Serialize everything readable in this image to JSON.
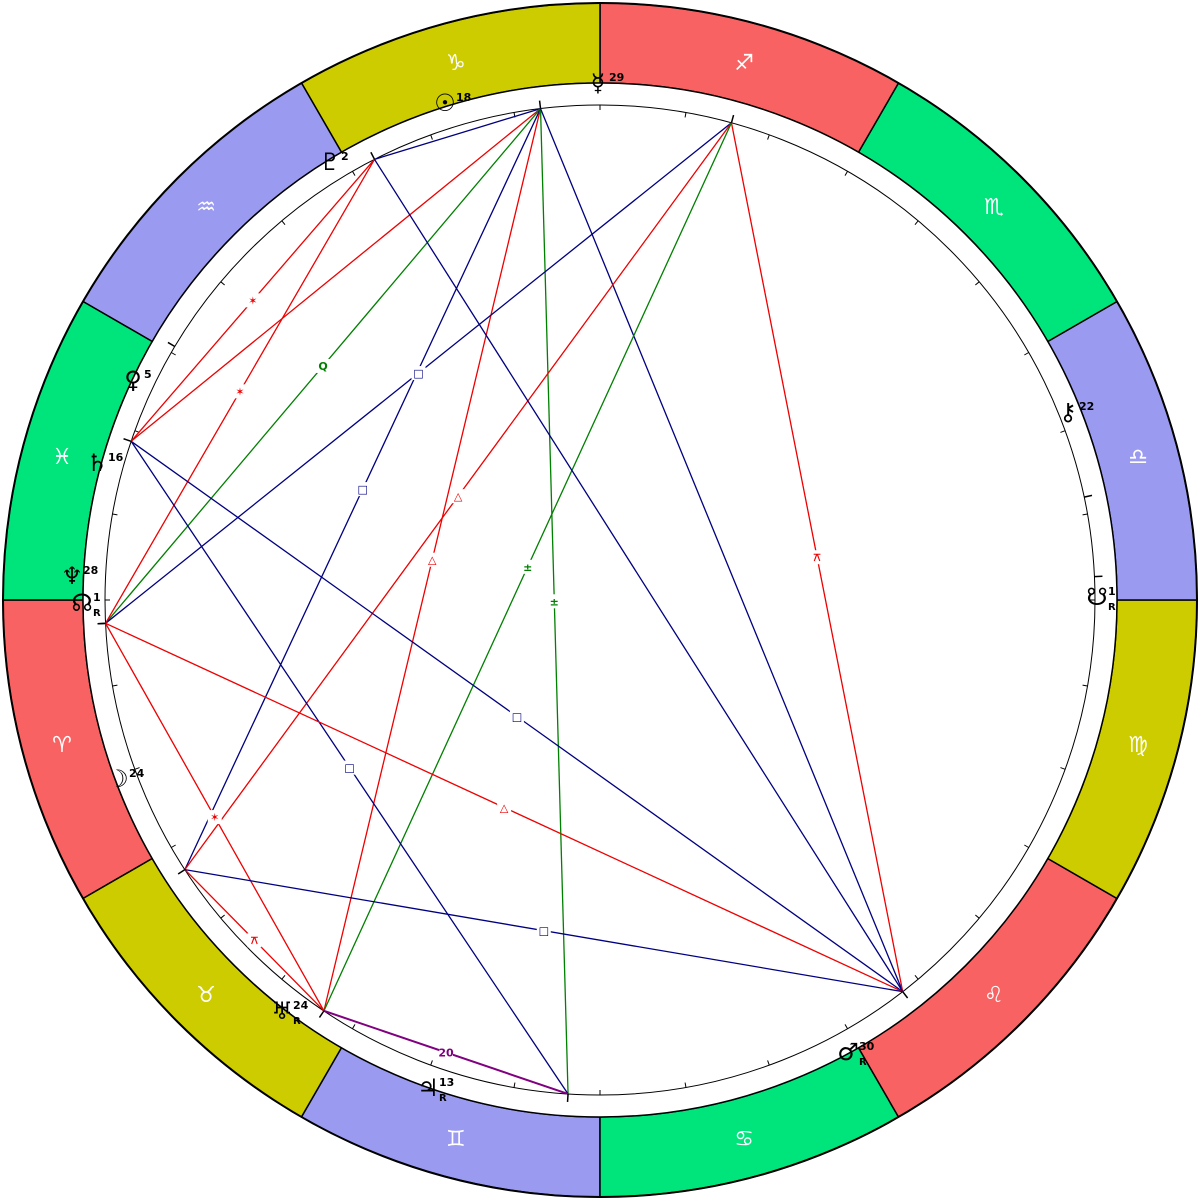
{
  "colors": {
    "fire": "#f86262",
    "earth": "#cccc00",
    "air": "#9a9af0",
    "water": "#00e47c",
    "aspect_red": "#ee0000",
    "aspect_blue": "#000080",
    "aspect_green": "#008000",
    "aspect_purple": "#800080"
  },
  "signs": [
    {
      "name": "Aries",
      "glyph": "♈",
      "element": "fire"
    },
    {
      "name": "Taurus",
      "glyph": "♉",
      "element": "earth"
    },
    {
      "name": "Gemini",
      "glyph": "♊",
      "element": "air"
    },
    {
      "name": "Cancer",
      "glyph": "♋",
      "element": "water"
    },
    {
      "name": "Leo",
      "glyph": "♌",
      "element": "fire"
    },
    {
      "name": "Virgo",
      "glyph": "♍",
      "element": "earth"
    },
    {
      "name": "Libra",
      "glyph": "♎",
      "element": "air"
    },
    {
      "name": "Scorpio",
      "glyph": "♏",
      "element": "water"
    },
    {
      "name": "Sagittarius",
      "glyph": "♐",
      "element": "fire"
    },
    {
      "name": "Capricorn",
      "glyph": "♑",
      "element": "earth"
    },
    {
      "name": "Aquarius",
      "glyph": "♒",
      "element": "air"
    },
    {
      "name": "Pisces",
      "glyph": "♓",
      "element": "water"
    }
  ],
  "planets": [
    {
      "id": "sun",
      "name": "Sun",
      "glyph": "☉",
      "degree": "18",
      "retro": ""
    },
    {
      "id": "mercury",
      "name": "Mercury",
      "glyph": "☿",
      "degree": "29",
      "retro": ""
    },
    {
      "id": "pluto",
      "name": "Pluto",
      "glyph": "♇",
      "degree": "2",
      "retro": ""
    },
    {
      "id": "venus",
      "name": "Venus",
      "glyph": "♀",
      "degree": "5",
      "retro": ""
    },
    {
      "id": "saturn",
      "name": "Saturn",
      "glyph": "♄",
      "degree": "16",
      "retro": ""
    },
    {
      "id": "neptune",
      "name": "Neptune",
      "glyph": "♆",
      "degree": "28",
      "retro": ""
    },
    {
      "id": "node",
      "name": "North Node",
      "glyph": "☊",
      "degree": "1",
      "retro": "R"
    },
    {
      "id": "moon",
      "name": "Moon",
      "glyph": "☽",
      "degree": "24",
      "retro": ""
    },
    {
      "id": "uranus",
      "name": "Uranus",
      "glyph": "♅",
      "degree": "24",
      "retro": "R"
    },
    {
      "id": "jupiter",
      "name": "Jupiter",
      "glyph": "♃",
      "degree": "13",
      "retro": "R"
    },
    {
      "id": "mars",
      "name": "Mars",
      "glyph": "♂",
      "degree": "30",
      "retro": "R"
    },
    {
      "id": "south_node",
      "name": "South Node",
      "glyph": "☋",
      "degree": "1",
      "retro": "R"
    },
    {
      "id": "chiron",
      "name": "Chiron",
      "glyph": "⚷",
      "degree": "22",
      "retro": ""
    }
  ],
  "aspects": [
    {
      "from": "sun",
      "to": "pluto",
      "color": "aspect_blue",
      "symbol": ""
    },
    {
      "from": "sun",
      "to": "saturn",
      "color": "aspect_red",
      "symbol": ""
    },
    {
      "from": "sun",
      "to": "neptune",
      "color": "aspect_green",
      "symbol": "Q"
    },
    {
      "from": "sun",
      "to": "moon",
      "color": "aspect_blue",
      "symbol": "□"
    },
    {
      "from": "sun",
      "to": "uranus",
      "color": "aspect_red",
      "symbol": "△"
    },
    {
      "from": "sun",
      "to": "jupiter",
      "color": "aspect_green",
      "symbol": "±"
    },
    {
      "from": "sun",
      "to": "mars",
      "color": "aspect_blue",
      "symbol": ""
    },
    {
      "from": "mercury",
      "to": "neptune",
      "color": "aspect_blue",
      "symbol": "□"
    },
    {
      "from": "mercury",
      "to": "moon",
      "color": "aspect_red",
      "symbol": "△"
    },
    {
      "from": "mercury",
      "to": "uranus",
      "color": "aspect_green",
      "symbol": "±"
    },
    {
      "from": "mercury",
      "to": "mars",
      "color": "aspect_red",
      "symbol": "⚻"
    },
    {
      "from": "pluto",
      "to": "saturn",
      "color": "aspect_red",
      "symbol": "✶"
    },
    {
      "from": "pluto",
      "to": "neptune",
      "color": "aspect_red",
      "symbol": "✶"
    },
    {
      "from": "pluto",
      "to": "mars",
      "color": "aspect_blue",
      "symbol": ""
    },
    {
      "from": "saturn",
      "to": "jupiter",
      "color": "aspect_blue",
      "symbol": "□"
    },
    {
      "from": "saturn",
      "to": "mars",
      "color": "aspect_blue",
      "symbol": "□"
    },
    {
      "from": "neptune",
      "to": "uranus",
      "color": "aspect_red",
      "symbol": "✶"
    },
    {
      "from": "neptune",
      "to": "mars",
      "color": "aspect_red",
      "symbol": "△"
    },
    {
      "from": "moon",
      "to": "uranus",
      "color": "aspect_red",
      "symbol": "⚻"
    },
    {
      "from": "moon",
      "to": "mars",
      "color": "aspect_blue",
      "symbol": "□"
    },
    {
      "from": "uranus",
      "to": "jupiter",
      "color": "aspect_purple",
      "symbol": "20"
    }
  ]
}
